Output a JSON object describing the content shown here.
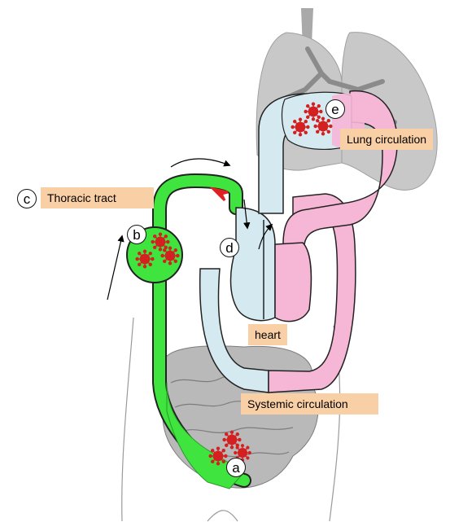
{
  "labels": {
    "thoracic_tract": "Thoracic tract",
    "lung_circulation": "Lung circulation",
    "heart": "heart",
    "systemic_circulation": "Systemic circulation"
  },
  "markers": {
    "a": "a",
    "b": "b",
    "c": "c",
    "d": "d",
    "e": "e"
  },
  "colors": {
    "lymph": "#3fe43f",
    "venous": "#d5eaf0",
    "arterial": "#f6b6d6",
    "lung": "#c8c8c8",
    "gut": "#b9b9b9",
    "virus": "#d42020",
    "label_bg": "#f9cfa6"
  }
}
